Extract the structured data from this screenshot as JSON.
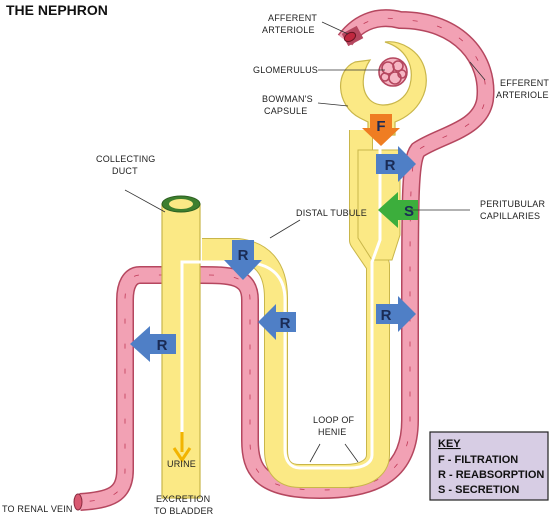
{
  "title": "THE NEPHRON",
  "labels": {
    "afferent_1": "AFFERENT",
    "afferent_2": "ARTERIOLE",
    "glomerulus": "GLOMERULUS",
    "bowmans_1": "BOWMAN'S",
    "bowmans_2": "CAPSULE",
    "efferent_1": "EFFERENT",
    "efferent_2": "ARTERIOLE",
    "collecting_1": "COLLECTING",
    "collecting_2": "DUCT",
    "distal": "DISTAL TUBULE",
    "peritubular_1": "PERITUBULAR",
    "peritubular_2": "CAPILLARIES",
    "loop_1": "LOOP OF",
    "loop_2": "HENIE",
    "urine": "URINE",
    "excretion_1": "EXCRETION",
    "excretion_2": "TO BLADDER",
    "renal_vein": "TO RENAL VEIN"
  },
  "arrows": {
    "filtration": "F",
    "reabsorption": "R",
    "secretion": "S"
  },
  "key": {
    "heading": "KEY",
    "f": "F - FILTRATION",
    "r": "R - REABSORPTION",
    "s": "S - SECRETION"
  },
  "colors": {
    "tubule": "#fbe985",
    "tubule_edge": "#c9b64a",
    "vessel": "#f2a1b4",
    "vessel_edge": "#b5475f",
    "arrow_r": "#4f7fc6",
    "arrow_f": "#ef7d22",
    "arrow_s": "#3cae3c",
    "key_bg": "#d7cde4",
    "key_border": "#222222"
  }
}
